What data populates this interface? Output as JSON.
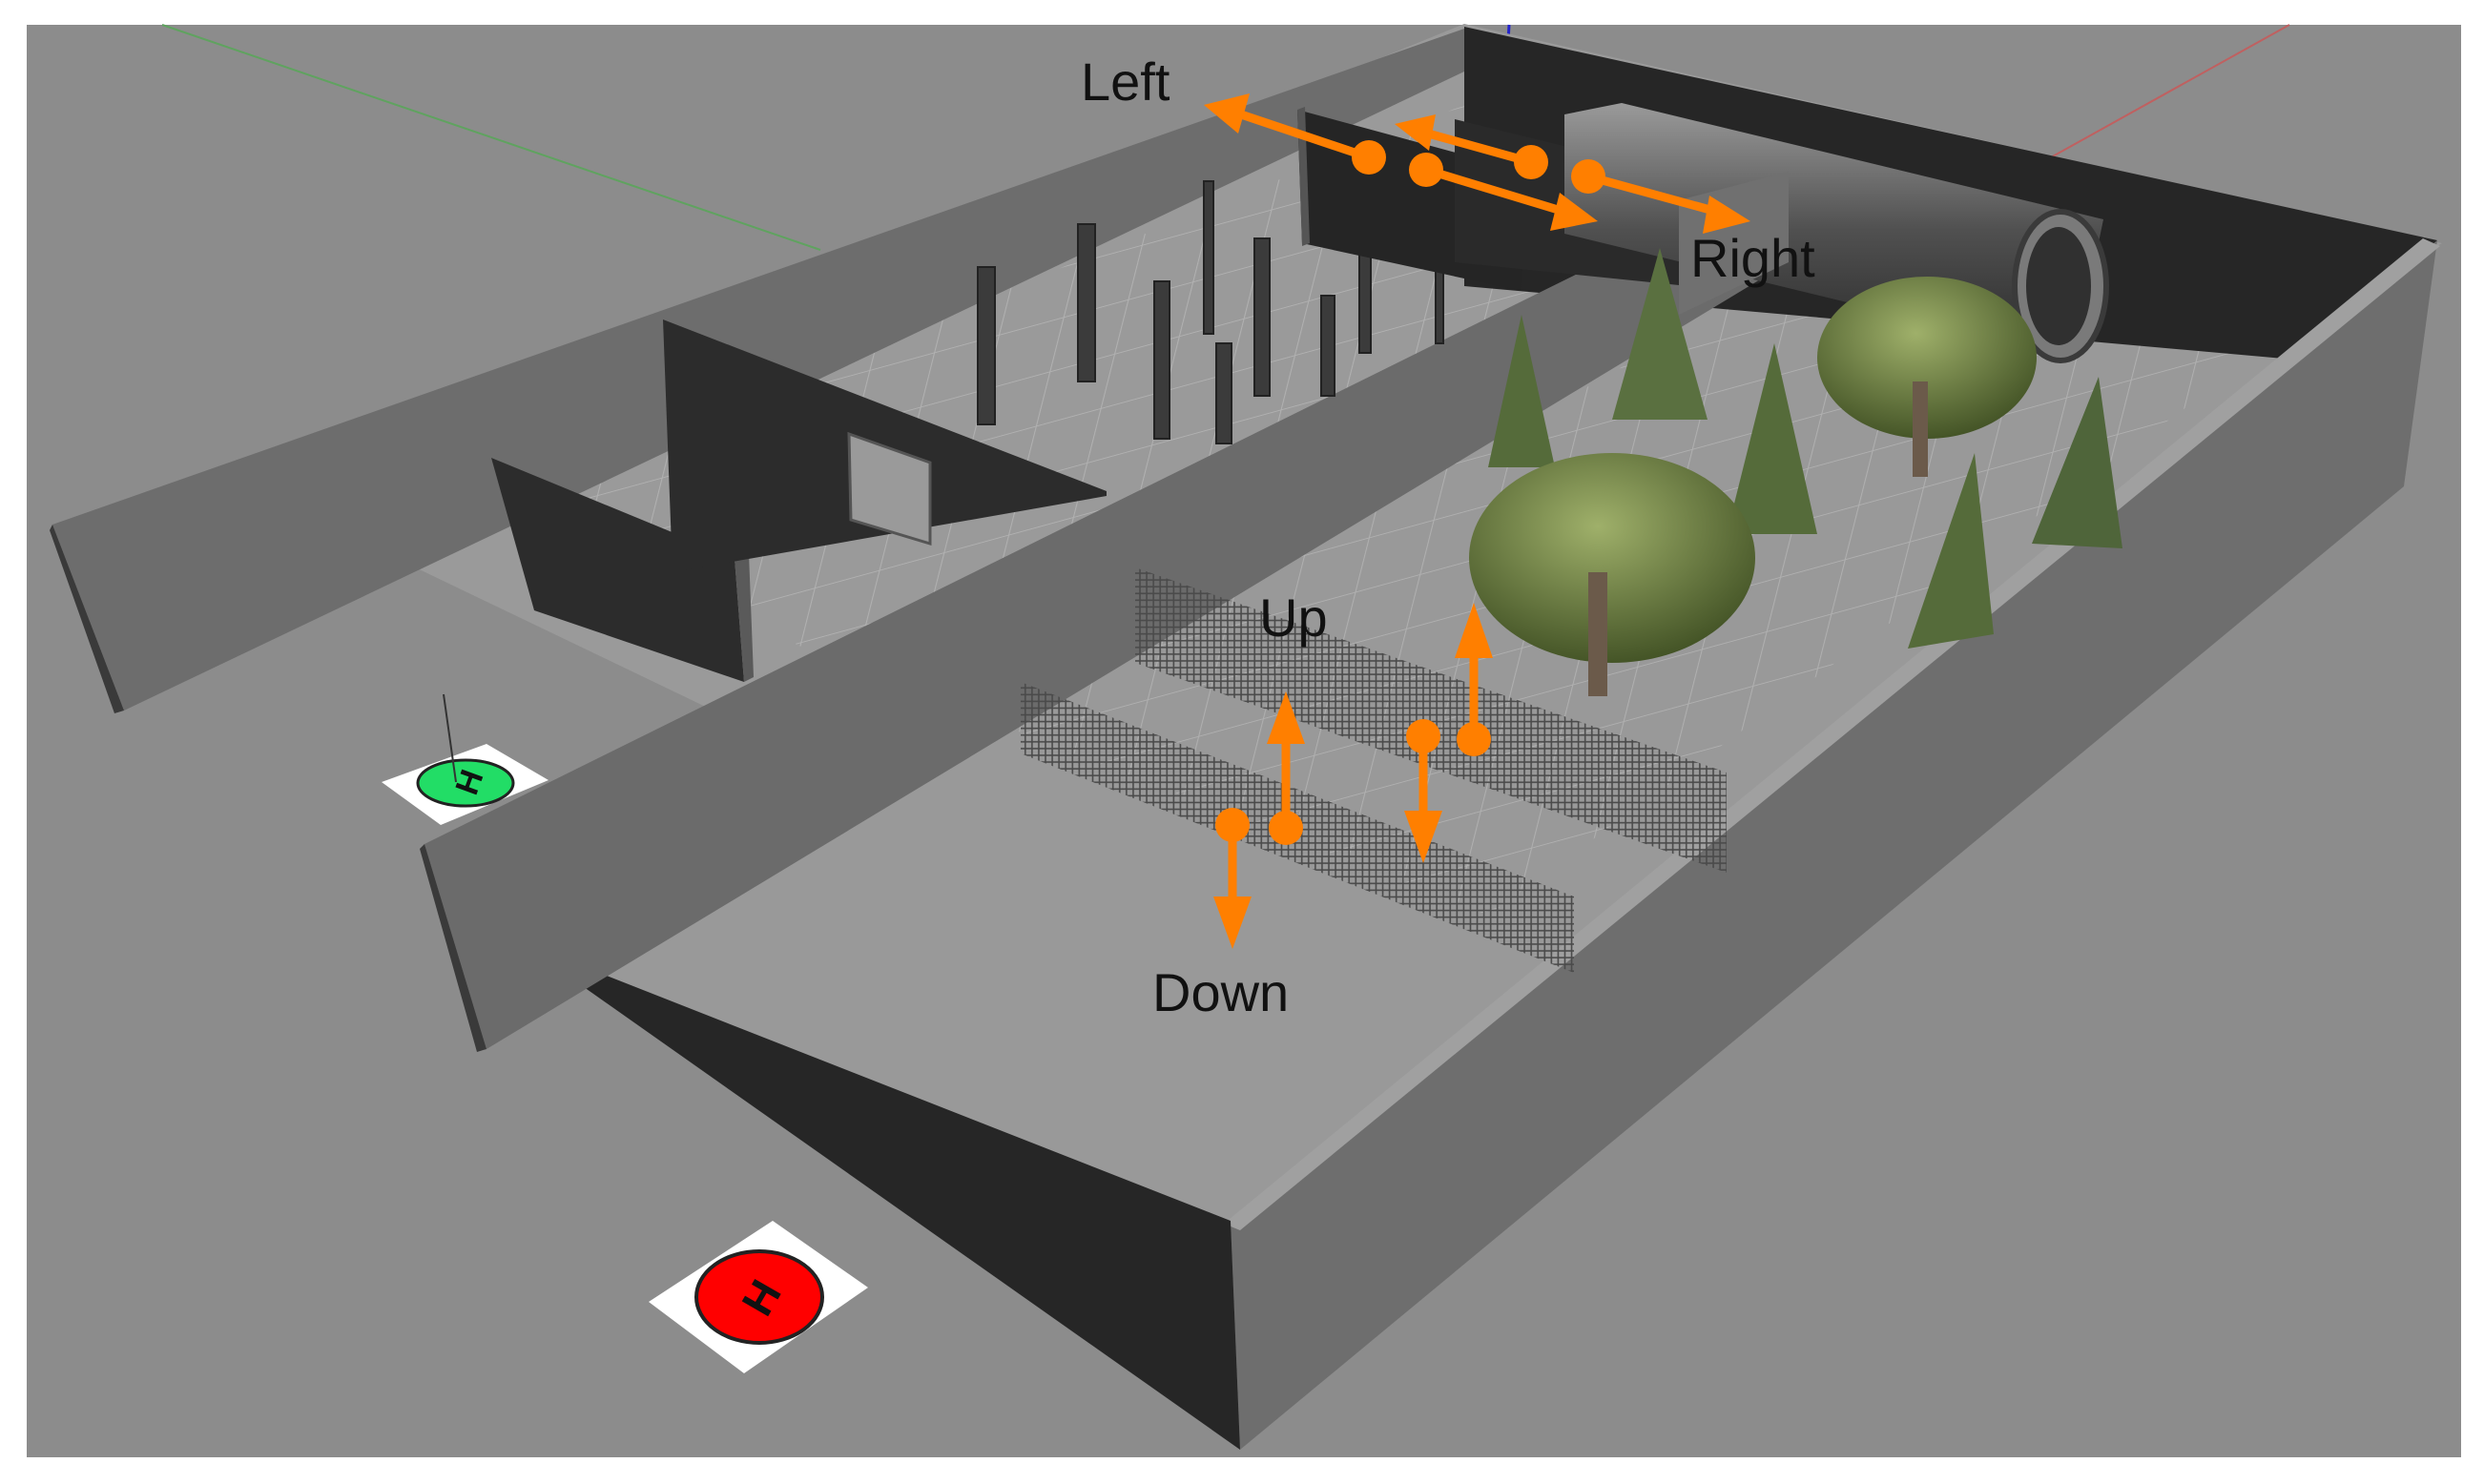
{
  "labels": {
    "left": "Left",
    "right": "Right",
    "up": "Up",
    "down": "Down"
  },
  "helipads": {
    "start_pad_letter": "H",
    "end_pad_letter": "H"
  },
  "colors": {
    "background": "#8c8c8c",
    "arrow": "#ff7f00",
    "wall_light": "#6f6f6f",
    "wall_dark": "#262626",
    "floor": "#9a9a9a",
    "grid": "#b4b4b4",
    "start_pad": "#22dd66",
    "end_pad": "#ff0000",
    "pad_base": "#ffffff"
  },
  "icons": {
    "start_pad": "helipad-green-icon",
    "end_pad": "helipad-red-icon",
    "arrow": "arrow-icon"
  }
}
